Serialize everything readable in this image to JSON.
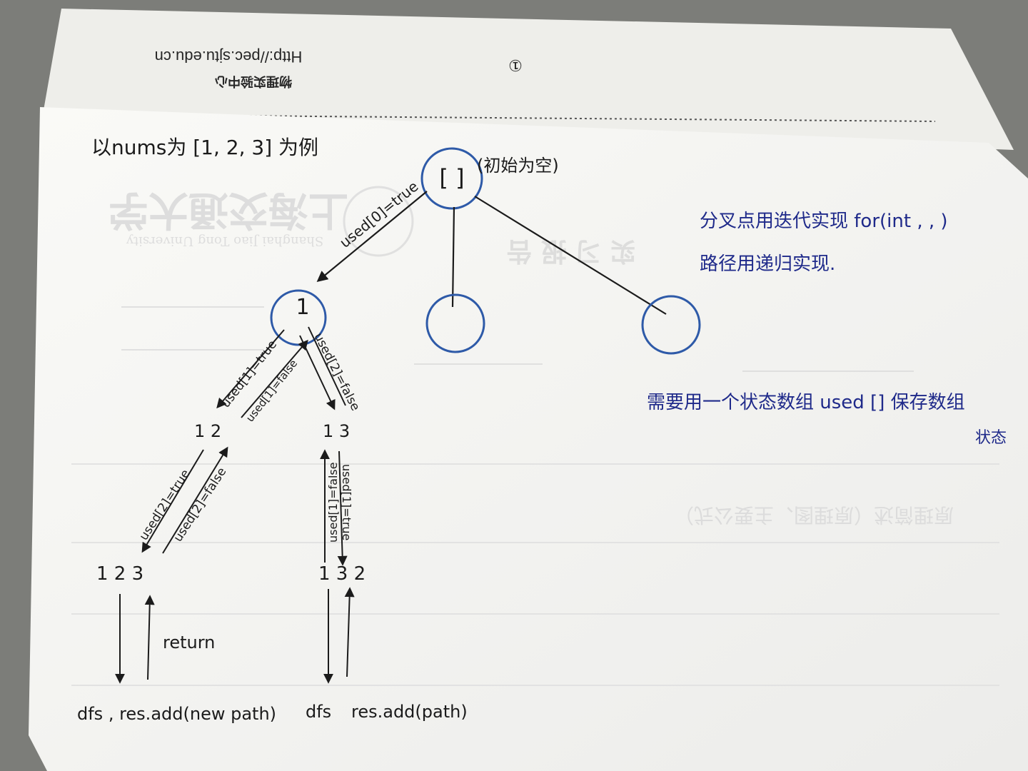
{
  "back_sheet": {
    "url": "Http://pec.sjtu.edu.cn",
    "center": "物理实验中心",
    "page_number": "①"
  },
  "front_sheet": {
    "watermark": {
      "school_cn": "上海交通大学",
      "school_en": "Shanghai Jiao Tong University",
      "form_title": "实 习 报 告",
      "section_heading": "原理简述（原理图、主要公式）"
    },
    "example": "以nums为 [1, 2, 3] 为例",
    "root": {
      "label": "[ ]",
      "note": "(初始为空)"
    },
    "level1_nodes": [
      "1",
      "",
      ""
    ],
    "level2_nodes": [
      "1 2",
      "1 3"
    ],
    "level3_nodes": [
      "1 2 3",
      "1 3 2"
    ],
    "edge_labels": {
      "root_to_1": "used[0]=true",
      "one_to_12_down": "used[1]=true",
      "one_to_12_up": "used[1]=false",
      "one_to_13": "used[2]=false",
      "twelve_to_123_down": "used[2]=true",
      "twelve_to_123_up": "used[2]=false",
      "thirteen_to_132_down": "used[1]=false",
      "thirteen_to_132_up": "used[1]=true",
      "return": "return"
    },
    "leaf_actions": {
      "left": "dfs , res.add(new path)",
      "right_dfs": "dfs",
      "right_add": "res.add(path)"
    },
    "notes": {
      "line1": "分叉点用迭代实现 for(int , , )",
      "line2": "路径用递归实现.",
      "line3": "需要用一个状态数组 used [] 保存数组",
      "line4": "状态"
    }
  },
  "colors": {
    "ink_black": "#1b1b1b",
    "ink_blue": "#1f2a8a",
    "circle_blue": "#2e5aa8",
    "paper": "#f5f5f2"
  }
}
